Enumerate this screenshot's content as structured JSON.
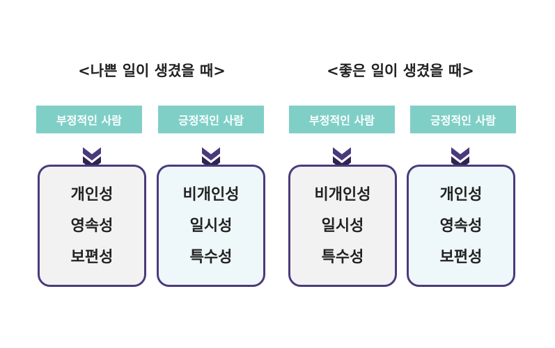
{
  "headings": [
    "<나쁜 일이 생겼을 때>",
    "<좋은 일이 생겼을 때>"
  ],
  "columns": [
    {
      "label": "부정적인 사람",
      "items": [
        "개인성",
        "영속성",
        "보편성"
      ],
      "fill": "#f2f2f2"
    },
    {
      "label": "긍정적인 사람",
      "items": [
        "비개인성",
        "일시성",
        "특수성"
      ],
      "fill": "#eef7f9"
    },
    {
      "label": "부정적인 사람",
      "items": [
        "비개인성",
        "일시성",
        "특수성"
      ],
      "fill": "#f2f2f2"
    },
    {
      "label": "긍정적인 사람",
      "items": [
        "개인성",
        "영속성",
        "보편성"
      ],
      "fill": "#eef7f9"
    }
  ],
  "colors": {
    "label_bg": "#7fcfc7",
    "box_border": "#4a3a7c",
    "arrow": "#4a3a7c"
  },
  "icon": "double-chevron-down-icon"
}
